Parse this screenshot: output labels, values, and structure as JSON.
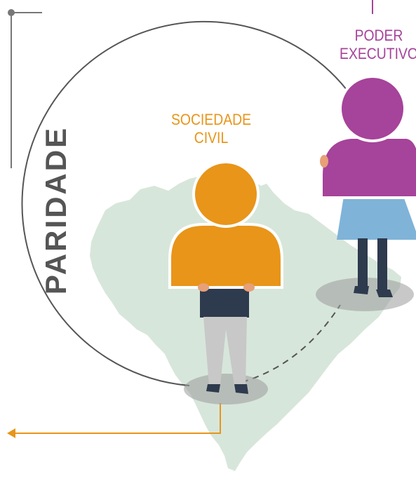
{
  "paridade_label": "PARIDADE",
  "sociedade_civil": {
    "line1": "SOCIEDADE",
    "line2": "CIVIL"
  },
  "poder_executivo": {
    "line1": "PODER",
    "line2": "EXECUTIVO"
  },
  "colors": {
    "map": "#d7e6db",
    "civil": "#e8951a",
    "executivo": "#a6439a",
    "skirt": "#7fb3d8",
    "pants": "#c8c8c8",
    "shirt": "#2e3a4d",
    "arrow": "#e8951a",
    "circle": "#555555"
  }
}
